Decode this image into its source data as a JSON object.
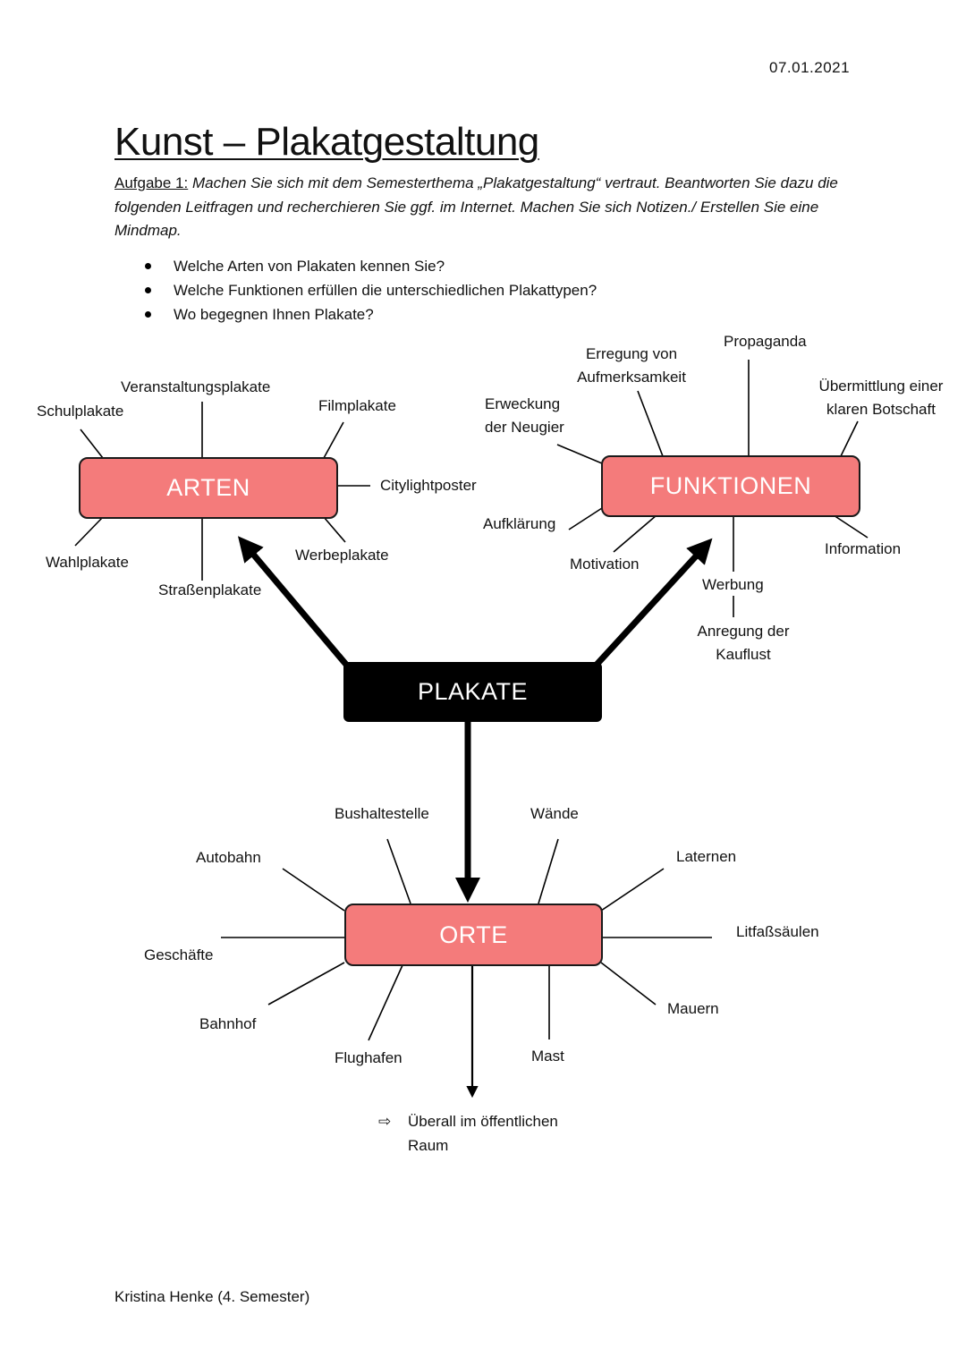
{
  "date": "07.01.2021",
  "title": "Kunst – Plakatgestaltung",
  "task": {
    "label": "Aufgabe 1:",
    "text": " Machen Sie sich mit dem Semesterthema „Plakatgestaltung“ vertraut. Beantworten Sie dazu die folgenden Leitfragen und recherchieren Sie ggf. im Internet. Machen Sie sich Notizen./ Erstellen Sie eine Mindmap."
  },
  "questions": [
    "Welche Arten von Plakaten kennen Sie?",
    "Welche Funktionen erfüllen die unterschiedlichen Plakattypen?",
    "Wo begegnen Ihnen Plakate?"
  ],
  "mindmap": {
    "center": "PLAKATE",
    "arten": {
      "title": "ARTEN",
      "items": {
        "schulplakate": "Schulplakate",
        "veranstaltungsplakate": "Veranstaltungsplakate",
        "filmplakate": "Filmplakate",
        "citylightposter": "Citylightposter",
        "werbeplakate": "Werbeplakate",
        "strassenplakate": "Straßenplakate",
        "wahlplakate": "Wahlplakate"
      }
    },
    "funktionen": {
      "title": "FUNKTIONEN",
      "items": {
        "erregung": "Erregung von Aufmerksamkeit",
        "propaganda": "Propaganda",
        "botschaft": "Übermittlung einer klaren Botschaft",
        "neugier": "Erweckung der Neugier",
        "aufklaerung": "Aufklärung",
        "motivation": "Motivation",
        "werbung": "Werbung",
        "kauflust": "Anregung der Kauflust",
        "information": "Information"
      }
    },
    "orte": {
      "title": "ORTE",
      "items": {
        "bushaltestelle": "Bushaltestelle",
        "waende": "Wände",
        "autobahn": "Autobahn",
        "laternen": "Laternen",
        "litfass": "Litfaßsäulen",
        "geschaefte": "Geschäfte",
        "bahnhof": "Bahnhof",
        "mauern": "Mauern",
        "flughafen": "Flughafen",
        "mast": "Mast"
      },
      "conclusion": "Überall im öffentlichen Raum"
    }
  },
  "footer": "Kristina Henke (4. Semester)"
}
